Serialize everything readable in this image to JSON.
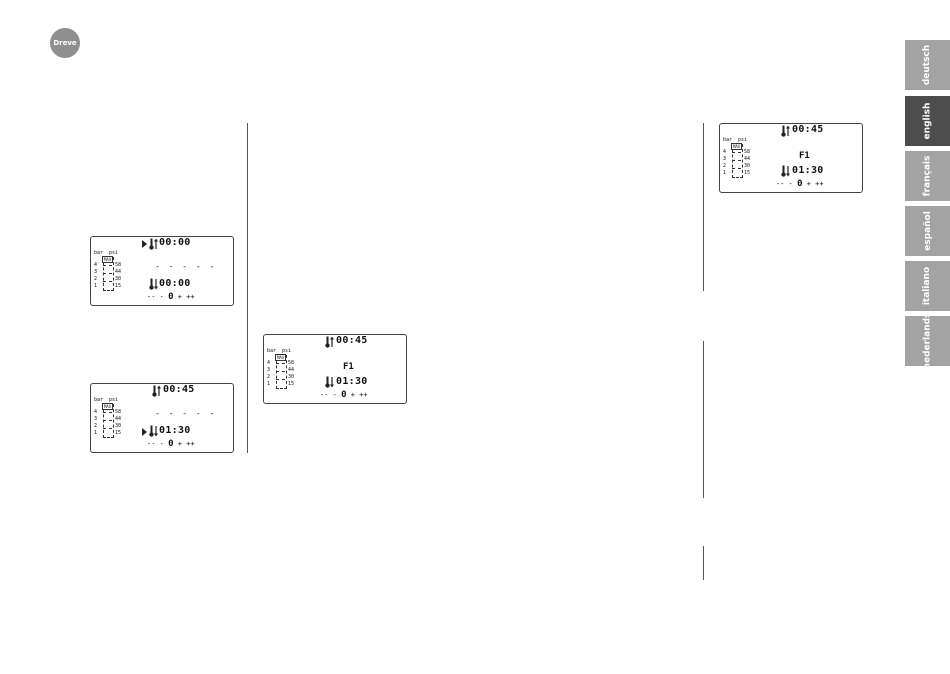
{
  "logo": {
    "text": "Dreve"
  },
  "tabs": [
    {
      "label": "deutsch",
      "active": false
    },
    {
      "label": "english",
      "active": true
    },
    {
      "label": "français",
      "active": false
    },
    {
      "label": "español",
      "active": false
    },
    {
      "label": "italiano",
      "active": false
    },
    {
      "label": "nederlands",
      "active": false
    }
  ],
  "lcd_common": {
    "unit_bar": "bar",
    "unit_psi": "psi",
    "gauge_max": "MAX",
    "bar_levels": [
      "4",
      "3",
      "2",
      "1"
    ],
    "psi_levels": [
      "58",
      "44",
      "30",
      "15"
    ],
    "scale": {
      "minus2": "-- ",
      "minus": "- ",
      "zero": "0",
      "plus": " + ",
      "plus2": "++"
    }
  },
  "displays": {
    "lcd1": {
      "top_time": "00:00",
      "middle": "- - - - -",
      "bottom_time": "00:00",
      "cursor": "top"
    },
    "lcd2": {
      "top_time": "00:45",
      "middle": "- - - - -",
      "bottom_time": "01:30",
      "cursor": "bottom"
    },
    "lcd3": {
      "top_time": "00:45",
      "program": "F1",
      "bottom_time": "01:30",
      "cursor": "none"
    },
    "lcd4": {
      "top_time": "00:45",
      "program": "F1",
      "bottom_time": "01:30",
      "cursor": "none"
    }
  },
  "colors": {
    "tab_inactive": "#a3a3a3",
    "tab_active": "#4d4d4d",
    "logo": "#8f8f8f"
  }
}
